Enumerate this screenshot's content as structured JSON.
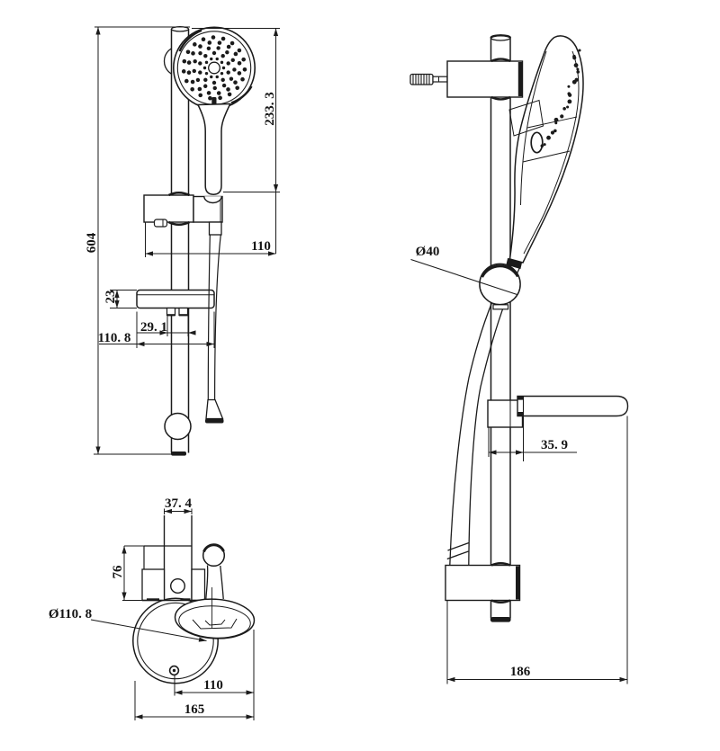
{
  "drawing": {
    "type": "technical-drawing",
    "subject": "Handheld shower head on slide rail bar with soap dish - three orthographic views",
    "colors": {
      "line": "#1b1b1b",
      "background": "#ffffff"
    },
    "views": {
      "front": {
        "label": "front-view",
        "dims": {
          "total_height": "604",
          "head_length": "233. 3",
          "bracket_offset": "110",
          "dish_thickness": "23",
          "tab_span": "29. 1",
          "dish_width": "110. 8"
        }
      },
      "top": {
        "label": "top-view",
        "dims": {
          "rail_width": "37. 4",
          "bracket_depth": "76",
          "dish_diameter": "Ø110. 8",
          "head_offset": "110",
          "total_width": "165"
        }
      },
      "side": {
        "label": "side-view",
        "dims": {
          "ball_diameter": "Ø40",
          "dish_offset": "35. 9",
          "total_depth": "186"
        }
      }
    }
  }
}
